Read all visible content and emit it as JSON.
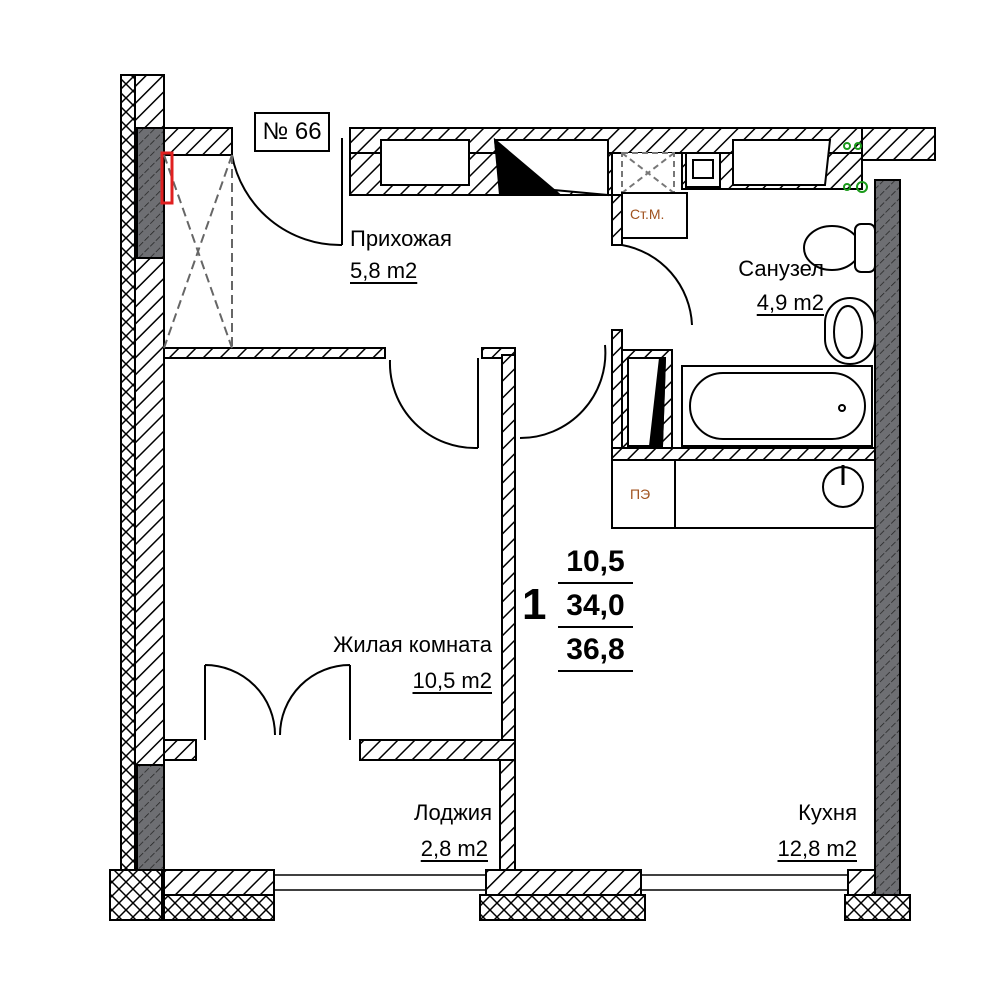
{
  "apartment_number": "№ 66",
  "room_count": "1",
  "summary": {
    "living_area": "10,5",
    "total_area": "34,0",
    "total_with_loggia": "36,8"
  },
  "rooms": {
    "hallway": {
      "name": "Прихожая",
      "area": "5,8 m2"
    },
    "bathroom": {
      "name": "Санузел",
      "area": "4,9 m2"
    },
    "living": {
      "name": "Жилая комната",
      "area": "10,5 m2"
    },
    "loggia": {
      "name": "Лоджия",
      "area": "2,8 m2"
    },
    "kitchen": {
      "name": "Кухня",
      "area": "12,8 m2"
    }
  },
  "markers": {
    "washer": "Ст.М.",
    "electric_panel": "ПЭ"
  },
  "colors": {
    "wall_dark": "#6e6f73",
    "marker_text": "#a0521e",
    "riser": "#1a9a1a",
    "highlight": "#e02020"
  }
}
